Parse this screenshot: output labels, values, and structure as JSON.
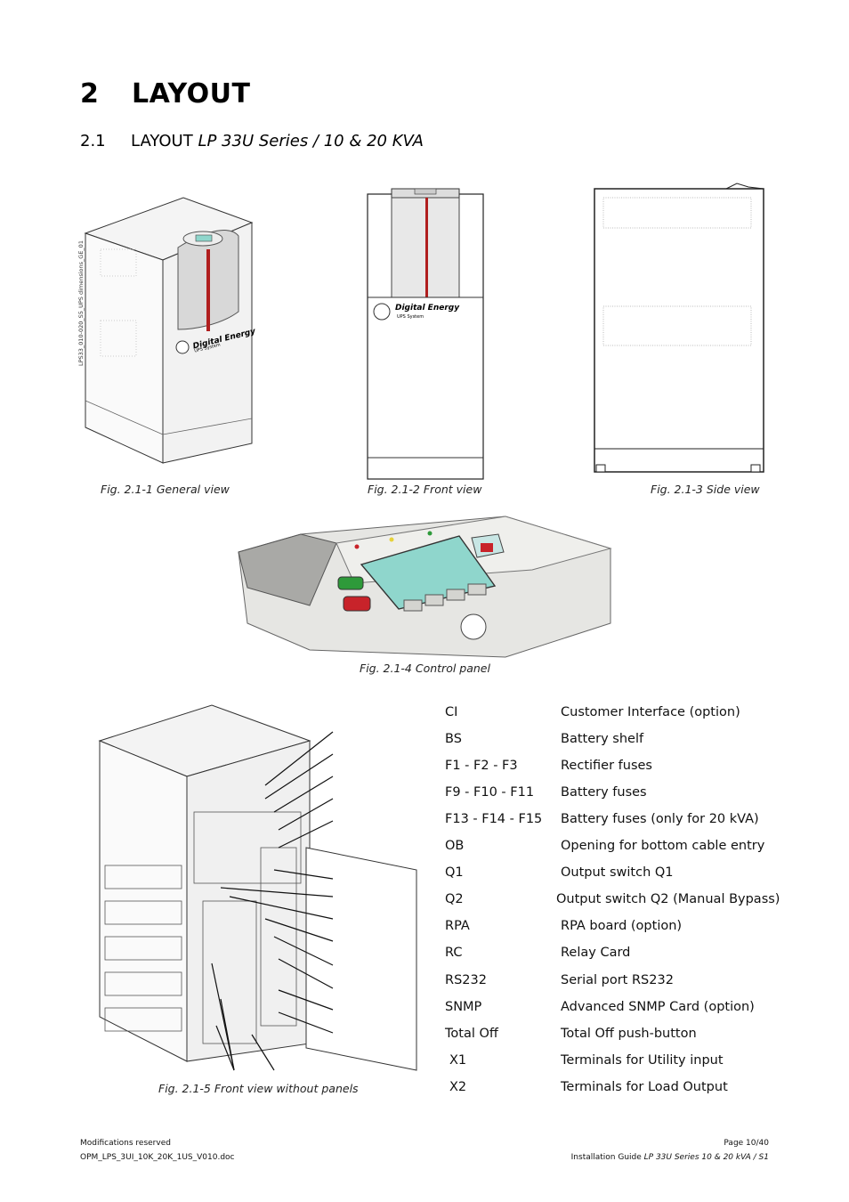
{
  "heading": {
    "number": "2",
    "title": "LAYOUT"
  },
  "subheading": {
    "number": "2.1",
    "title_plain": "LAYOUT ",
    "title_italic": "LP 33U Series / 10 & 20 KVA"
  },
  "figures": {
    "general_view": {
      "caption": "Fig. 2.1-1   General view",
      "side_label": "LPS33_010-020_S5_UPS dimensions_GE_01",
      "brand": "Digital Energy",
      "brand_sub": "UPS System"
    },
    "front_view": {
      "caption": "Fig. 2.1-2   Front view",
      "brand": "Digital Energy",
      "brand_sub": "UPS System"
    },
    "side_view": {
      "caption": "Fig. 2.1-3  Side view"
    },
    "control_panel": {
      "caption": "Fig. 2.1-4   Control panel"
    },
    "front_no_panels": {
      "caption": "Fig. 2.1-5   Front view without panels"
    }
  },
  "legend": [
    {
      "code": "CI",
      "desc": "Customer Interface (option)"
    },
    {
      "code": "BS",
      "desc": "Battery shelf"
    },
    {
      "code": "F1 - F2 - F3",
      "desc": "Rectifier fuses"
    },
    {
      "code": "F9 - F10 - F11",
      "desc": "Battery fuses"
    },
    {
      "code": "F13 - F14 - F15",
      "desc": "Battery fuses (only for 20 kVA)"
    },
    {
      "code": "OB",
      "desc": "Opening for bottom cable entry"
    },
    {
      "code": "Q1",
      "desc": "Output switch Q1"
    },
    {
      "code": "Q2",
      "desc": "Output switch Q2 (Manual Bypass)"
    },
    {
      "code": "RPA",
      "desc": "RPA board (option)"
    },
    {
      "code": "RC",
      "desc": "Relay Card"
    },
    {
      "code": "RS232",
      "desc": "Serial port RS232"
    },
    {
      "code": "SNMP",
      "desc": "Advanced SNMP Card (option)"
    },
    {
      "code": "Total Off",
      "desc": "Total Off push-button"
    },
    {
      "code": " X1",
      "desc": "Terminals for Utility input"
    },
    {
      "code": " X2",
      "desc": "Terminals for Load Output"
    }
  ],
  "footer": {
    "left_line1": "Modifications reserved",
    "left_line2": "OPM_LPS_3UI_10K_20K_1US_V010.doc",
    "right_line1": "Page 10/40",
    "right_line2_plain": "Installation Guide ",
    "right_line2_italic": "LP 33U Series 10 & 20 kVA / S1"
  },
  "colors": {
    "stripe": "#b01e1e",
    "display": "#8fd6cc",
    "button_green": "#2e9a3a",
    "button_red": "#c8232a"
  }
}
